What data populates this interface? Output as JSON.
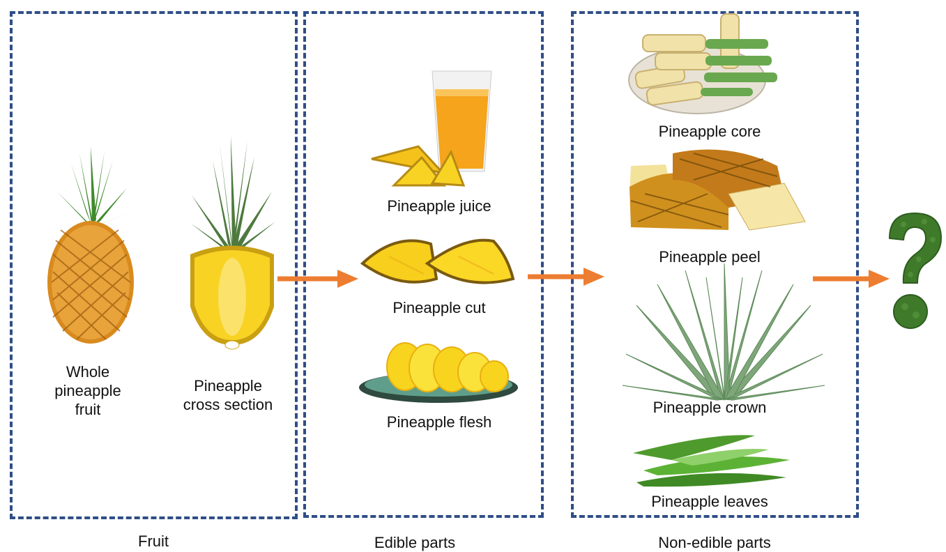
{
  "sections": {
    "fruit": "Fruit",
    "edible": "Edible parts",
    "non_edible": "Non-edible parts"
  },
  "fruit": {
    "whole_line1": "Whole",
    "whole_line2": "pineapple",
    "whole_line3": "fruit",
    "cross_line1": "Pineapple",
    "cross_line2": "cross section"
  },
  "edible": {
    "juice": "Pineapple juice",
    "cut": "Pineapple cut",
    "flesh": "Pineapple flesh"
  },
  "non_edible": {
    "core": "Pineapple core",
    "peel": "Pineapple peel",
    "crown": "Pineapple crown",
    "leaves": "Pineapple leaves"
  },
  "colors": {
    "box_border": "#2f4e87",
    "arrow": "#ed7d31",
    "question_mark": "#3f7a2a"
  },
  "icons": [
    "question-mark-icon"
  ]
}
